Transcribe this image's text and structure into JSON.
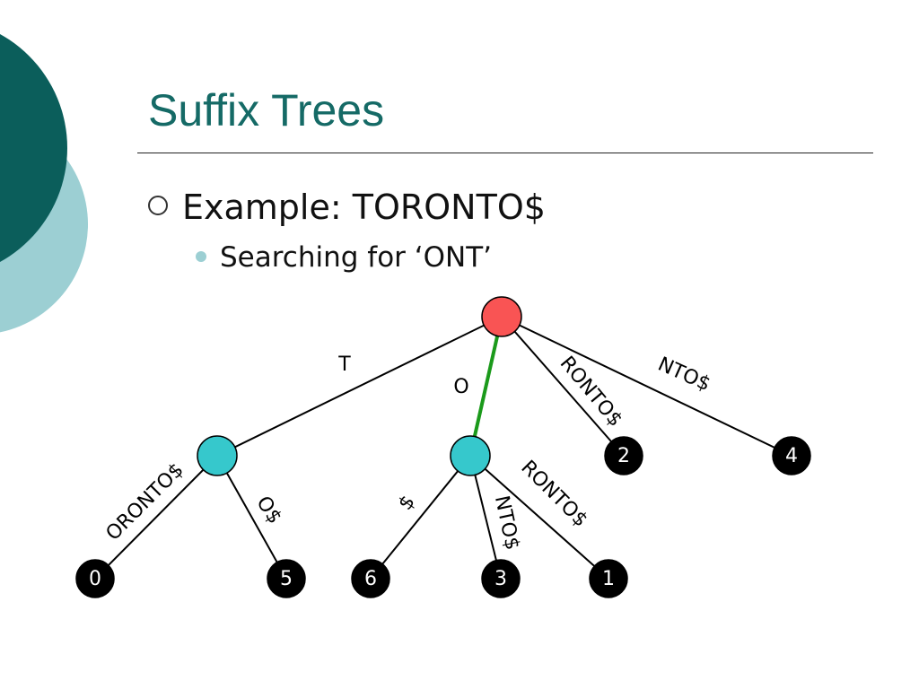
{
  "slide": {
    "title": "Suffix Trees",
    "bullet_level1": "Example: TORONTO$",
    "bullet_level2": "Searching for ‘ONT’"
  },
  "colors": {
    "title": "#156a66",
    "deco_dark": "#0b5e5b",
    "deco_light": "#9ccfd3",
    "root_node": "#f95454",
    "internal_node": "#36c8cc",
    "leaf_node": "#000000",
    "highlight_edge": "#1b9a1b"
  },
  "tree": {
    "nodes": [
      {
        "id": "root",
        "type": "root",
        "label": ""
      },
      {
        "id": "nT",
        "type": "internal",
        "label": ""
      },
      {
        "id": "nO",
        "type": "internal",
        "label": ""
      },
      {
        "id": "l2",
        "type": "leaf",
        "label": "2"
      },
      {
        "id": "l4",
        "type": "leaf",
        "label": "4"
      },
      {
        "id": "l0",
        "type": "leaf",
        "label": "0"
      },
      {
        "id": "l5",
        "type": "leaf",
        "label": "5"
      },
      {
        "id": "l6",
        "type": "leaf",
        "label": "6"
      },
      {
        "id": "l3",
        "type": "leaf",
        "label": "3"
      },
      {
        "id": "l1",
        "type": "leaf",
        "label": "1"
      }
    ],
    "edges": [
      {
        "from": "root",
        "to": "nT",
        "label": "T",
        "highlighted": false
      },
      {
        "from": "root",
        "to": "nO",
        "label": "O",
        "highlighted": true
      },
      {
        "from": "root",
        "to": "l2",
        "label": "RONTO$",
        "highlighted": false
      },
      {
        "from": "root",
        "to": "l4",
        "label": "NTO$",
        "highlighted": false
      },
      {
        "from": "nT",
        "to": "l0",
        "label": "ORONTO$",
        "highlighted": false
      },
      {
        "from": "nT",
        "to": "l5",
        "label": "O$",
        "highlighted": false
      },
      {
        "from": "nO",
        "to": "l6",
        "label": "$",
        "highlighted": false
      },
      {
        "from": "nO",
        "to": "l3",
        "label": "NTO$",
        "highlighted": false
      },
      {
        "from": "nO",
        "to": "l1",
        "label": "RONTO$",
        "highlighted": false
      }
    ]
  }
}
